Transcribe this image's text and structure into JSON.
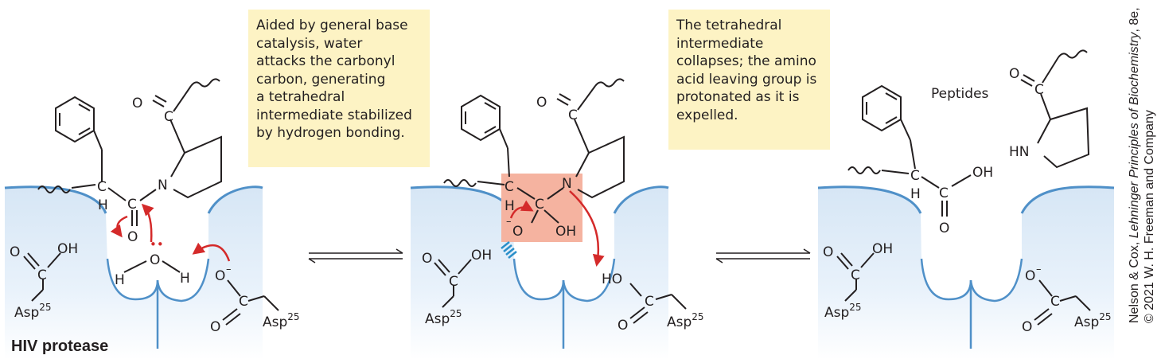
{
  "callouts": {
    "step1": [
      "Aided by general base",
      "catalysis, water",
      "attacks the carbonyl",
      "carbon, generating",
      "a tetrahedral",
      "intermediate stabilized",
      "by hydrogen bonding."
    ],
    "step2": [
      "The tetrahedral",
      "intermediate",
      "collapses; the amino",
      "acid leaving group is",
      "protonated as it is",
      "expelled."
    ]
  },
  "labels": {
    "protease": "HIV protease",
    "peptides": "Peptides",
    "asp": "Asp",
    "asp_number": "25"
  },
  "atoms": {
    "C": "C",
    "H": "H",
    "N": "N",
    "O": "O",
    "OH": "OH",
    "HO": "HO",
    "HN": "HN",
    "O_minus": "O",
    "minus": "–",
    "lone_pair": "••"
  },
  "credit": {
    "line1_prefix": "Nelson & Cox, ",
    "line1_title": "Lehninger Principles of Biochemistry",
    "line1_suffix": ", 8e,",
    "line2": "© 2021 W. H. Freeman and Company"
  },
  "colors": {
    "pocket_fill": "#dbe9f6",
    "pocket_edge": "#4f90c8",
    "arrow_red": "#d42a2a",
    "intermediate_highlight": "#f5b3a0",
    "hbond_blue": "#2a8fc9",
    "callout_fill": "#fdf3c4"
  }
}
